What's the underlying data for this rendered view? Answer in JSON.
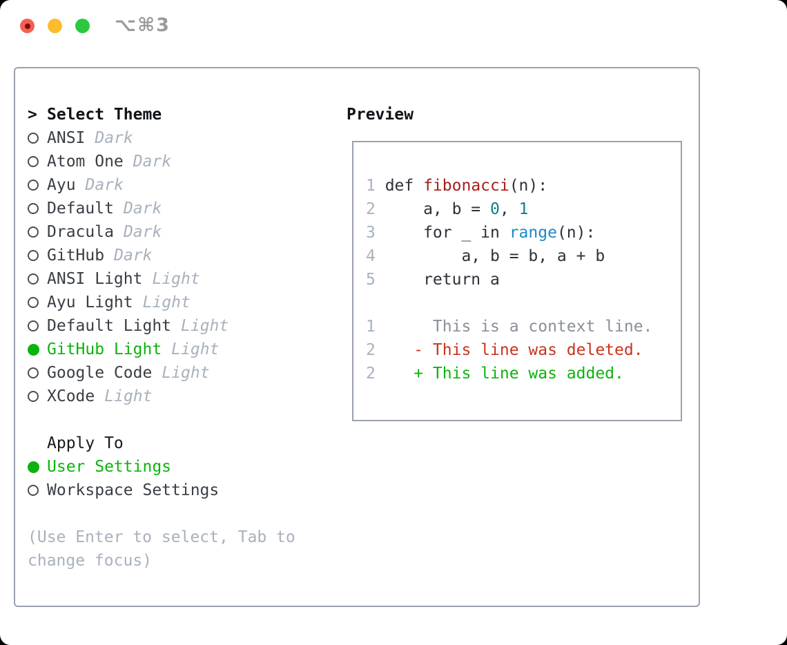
{
  "window": {
    "titlebar_shortcut": "⌥⌘3"
  },
  "titlebar": {
    "traffic_lights": [
      {
        "name": "close",
        "color": "#f55e52"
      },
      {
        "name": "minimize",
        "color": "#fdbc2e"
      },
      {
        "name": "zoom",
        "color": "#2bc840"
      }
    ]
  },
  "theme_picker": {
    "header_marker": ">",
    "header": "Select Theme",
    "items": [
      {
        "label": "ANSI",
        "variant": "Dark",
        "selected": false
      },
      {
        "label": "Atom One",
        "variant": "Dark",
        "selected": false
      },
      {
        "label": "Ayu",
        "variant": "Dark",
        "selected": false
      },
      {
        "label": "Default",
        "variant": "Dark",
        "selected": false
      },
      {
        "label": "Dracula",
        "variant": "Dark",
        "selected": false
      },
      {
        "label": "GitHub",
        "variant": "Dark",
        "selected": false
      },
      {
        "label": "ANSI Light",
        "variant": "Light",
        "selected": false
      },
      {
        "label": "Ayu Light",
        "variant": "Light",
        "selected": false
      },
      {
        "label": "Default Light",
        "variant": "Light",
        "selected": false
      },
      {
        "label": "GitHub Light",
        "variant": "Light",
        "selected": true
      },
      {
        "label": "Google Code",
        "variant": "Light",
        "selected": false
      },
      {
        "label": "XCode",
        "variant": "Light",
        "selected": false
      }
    ]
  },
  "apply_to": {
    "header": "Apply To",
    "options": [
      {
        "label": "User Settings",
        "selected": true
      },
      {
        "label": "Workspace Settings",
        "selected": false
      }
    ]
  },
  "hint_lines": [
    "(Use Enter to select, Tab to",
    "change focus)"
  ],
  "preview": {
    "header": "Preview",
    "lines": [
      {
        "num": "1",
        "segments": [
          [
            "def ",
            "code"
          ],
          [
            "fibonacci",
            "function"
          ],
          [
            "(n):",
            "code"
          ]
        ]
      },
      {
        "num": "2",
        "segments": [
          [
            "    a, b = ",
            "code"
          ],
          [
            "0",
            "number"
          ],
          [
            ", ",
            "code"
          ],
          [
            "1",
            "number"
          ]
        ]
      },
      {
        "num": "3",
        "segments": [
          [
            "    for _ in ",
            "code"
          ],
          [
            "range",
            "call"
          ],
          [
            "(n):",
            "code"
          ]
        ]
      },
      {
        "num": "4",
        "segments": [
          [
            "        a, b = b, a + b",
            "code"
          ]
        ]
      },
      {
        "num": "5",
        "segments": [
          [
            "    return a",
            "code"
          ]
        ]
      },
      {
        "num": "",
        "segments": []
      },
      {
        "num": "1",
        "segments": [
          [
            "     This is a context line.",
            "context"
          ]
        ]
      },
      {
        "num": "2",
        "segments": [
          [
            "   - This line was deleted.",
            "deleted"
          ]
        ]
      },
      {
        "num": "2",
        "segments": [
          [
            "   + This line was added.",
            "added"
          ]
        ]
      }
    ]
  },
  "colors": {
    "selection_green": "#0db30d",
    "added_green": "#0db30d",
    "deleted_red": "#c9341c",
    "function_red": "#a81d1d",
    "number_teal": "#0e7e85",
    "call_blue": "#1a89c8",
    "muted_gray": "#a8b1bd",
    "context_gray": "#8a9099",
    "text_dark": "#2d3138",
    "border_gray": "#99a1ad"
  }
}
